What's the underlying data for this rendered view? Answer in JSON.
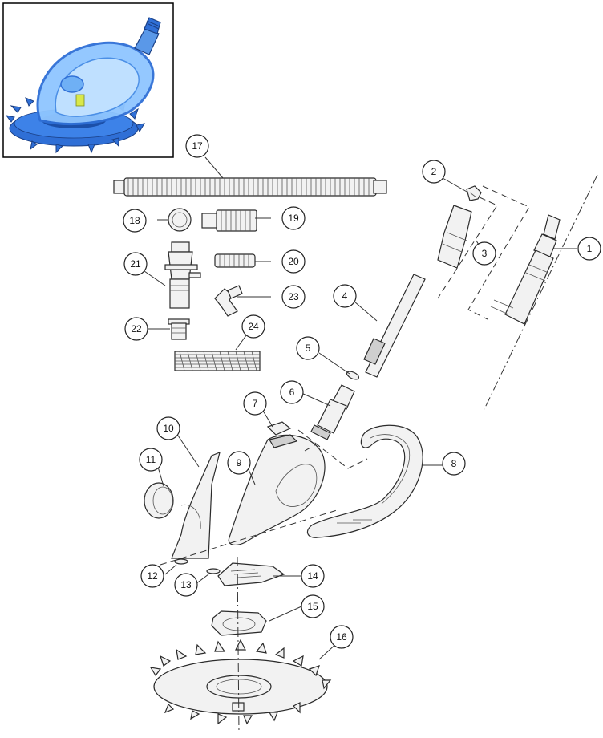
{
  "diagram": {
    "type": "exploded-parts-diagram",
    "inset_image": "pool-cleaner-product-photo",
    "colors": {
      "product_blue": "#2f6fd6",
      "product_light_blue": "#8fc6ff",
      "line": "#2b2b2b"
    },
    "callouts": {
      "c1": "1",
      "c2": "2",
      "c3": "3",
      "c4": "4",
      "c5": "5",
      "c6": "6",
      "c7": "7",
      "c8": "8",
      "c9": "9",
      "c10": "10",
      "c11": "11",
      "c12": "12",
      "c13": "13",
      "c14": "14",
      "c15": "15",
      "c16": "16",
      "c17": "17",
      "c18": "18",
      "c19": "19",
      "c20": "20",
      "c21": "21",
      "c22": "22",
      "c23": "23",
      "c24": "24"
    }
  }
}
